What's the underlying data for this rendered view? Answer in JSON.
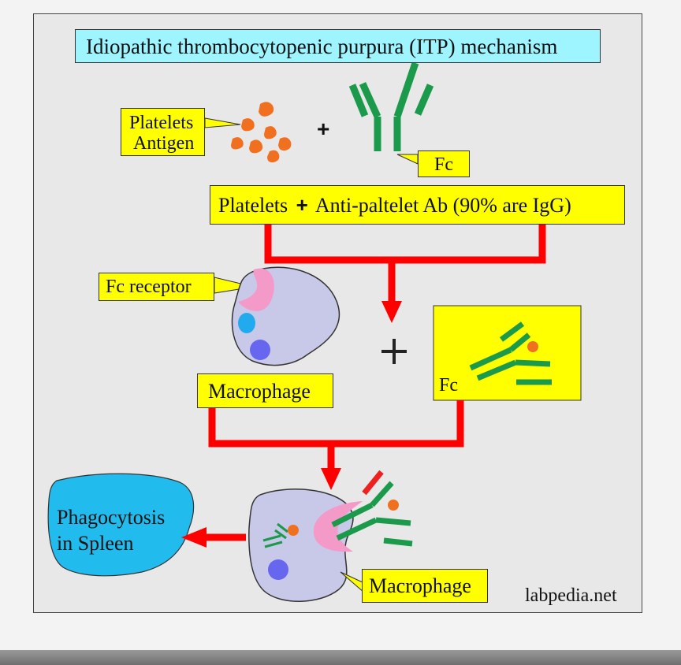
{
  "title": "Idiopathic thrombocytopenic purpura (ITP) mechanism",
  "platelets_antigen_label": [
    "Platelets",
    "Antigen"
  ],
  "plus_sign": "+",
  "fc_label_top": "Fc",
  "complex_box": {
    "part1": "Platelets",
    "plus": "+",
    "part2": "Anti-paltelet Ab (90% are IgG)"
  },
  "fc_receptor_label": "Fc receptor",
  "macrophage_label": "Macrophage",
  "fc_label_right": "Fc",
  "phagocytosis_label": [
    "Phagocytosis",
    "in Spleen"
  ],
  "macrophage_label_bottom": "Macrophage",
  "watermark": "labpedia.net",
  "colors": {
    "yellow": "#ffff00",
    "cyan_box": "#9ff5ff",
    "arrow_red": "#ff0000",
    "antibody_green": "#1a9a4a",
    "platelet_orange": "#f07020",
    "macrophage_lavender": "#c8c8e8",
    "receptor_pink": "#f49ac8",
    "nucleus_blue": "#6666ee",
    "vacuole_cyan": "#22aaee",
    "spleen_blue": "#22bbee"
  }
}
